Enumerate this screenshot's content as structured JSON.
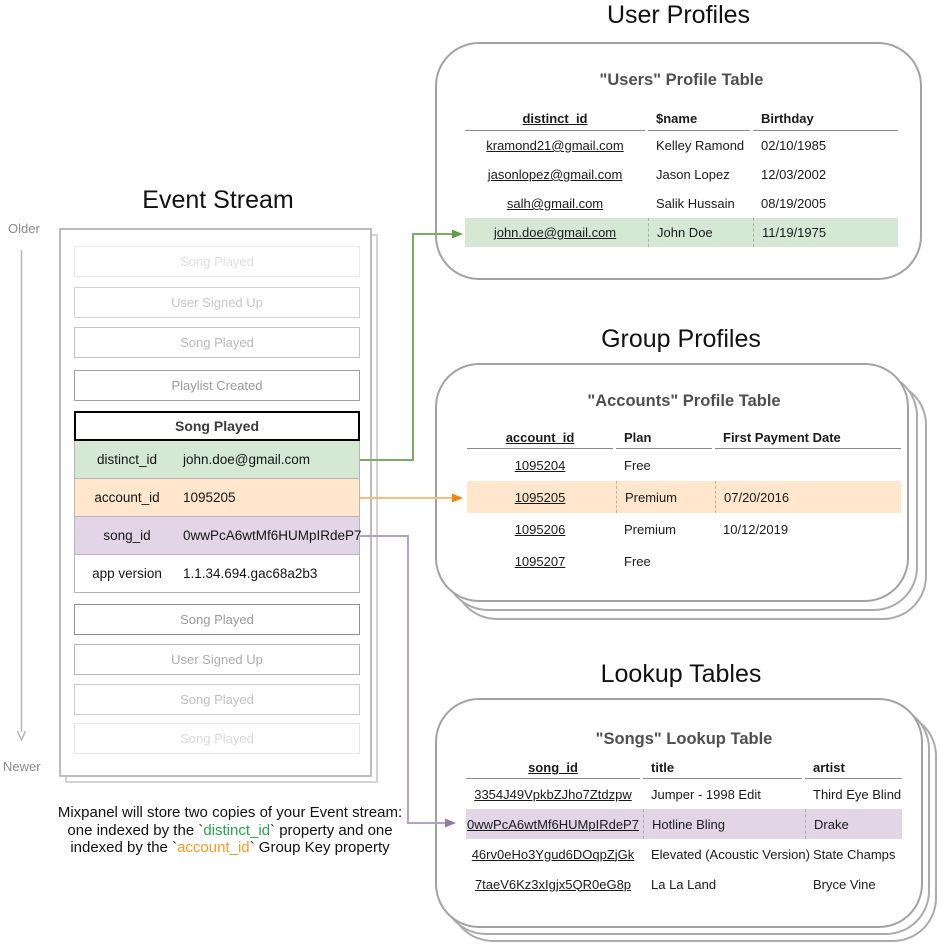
{
  "event_stream": {
    "title": "Event Stream",
    "older_label": "Older",
    "newer_label": "Newer",
    "events_above": [
      {
        "label": "Song Played",
        "border": "#e9e9e9",
        "text": "#dedede"
      },
      {
        "label": "User Signed Up",
        "border": "#d2d2d2",
        "text": "#c6c6c6"
      },
      {
        "label": "Song Played",
        "border": "#c3c3c3",
        "text": "#b9b9b9"
      },
      {
        "label": "Playlist Created",
        "border": "#a0a0a0",
        "text": "#999999"
      }
    ],
    "expanded_event": {
      "name": "Song Played",
      "properties": [
        {
          "key": "distinct_id",
          "value": "john.doe@gmail.com",
          "fill": "#d5e8d4"
        },
        {
          "key": "account_id",
          "value": "1095205",
          "fill": "#ffe6cc"
        },
        {
          "key": "song_id",
          "value": "0wwPcA6wtMf6HUMpIRdeP7",
          "fill": "#e1d5e7"
        },
        {
          "key": "app version",
          "value": "1.1.34.694.gac68a2b3",
          "fill": "#ffffff"
        }
      ]
    },
    "events_below": [
      {
        "label": "Song Played",
        "border": "#8f8f8f",
        "text": "#9a9a9a"
      },
      {
        "label": "User Signed Up",
        "border": "#b7b7b7",
        "text": "#ababab"
      },
      {
        "label": "Song Played",
        "border": "#cbcbcb",
        "text": "#c0c0c0"
      },
      {
        "label": "Song Played",
        "border": "#e4e4e4",
        "text": "#dadada"
      }
    ],
    "footer": {
      "line1": "Mixpanel will store two copies of your Event stream:",
      "line2_pre": "one indexed by the `",
      "line2_key": "distinct_id",
      "line2_post": "` property and one",
      "line3_pre": "indexed by the `",
      "line3_key": "account_id",
      "line3_post": "` Group Key property",
      "distinct_id_color": "#2aa14b",
      "account_id_color": "#f89b1e"
    }
  },
  "user_profiles": {
    "section_title": "User Profiles",
    "table_title": "\"Users\" Profile Table",
    "columns": [
      "distinct_id",
      "$name",
      "Birthday"
    ],
    "rows": [
      [
        "kramond21@gmail.com",
        "Kelley Ramond",
        "02/10/1985"
      ],
      [
        "jasonlopez@gmail.com",
        "Jason Lopez",
        "12/03/2002"
      ],
      [
        "salh@gmail.com",
        "Salik Hussain",
        "08/19/2005"
      ],
      [
        "john.doe@gmail.com",
        "John Doe",
        "11/19/1975"
      ]
    ],
    "highlight_fill": "#d5e8d4"
  },
  "group_profiles": {
    "section_title": "Group Profiles",
    "table_title": "\"Accounts\" Profile Table",
    "columns": [
      "account_id",
      "Plan",
      "First Payment Date"
    ],
    "rows": [
      [
        "1095204",
        "Free",
        ""
      ],
      [
        "1095205",
        "Premium",
        "07/20/2016"
      ],
      [
        "1095206",
        "Premium",
        "10/12/2019"
      ],
      [
        "1095207",
        "Free",
        ""
      ]
    ],
    "highlight_fill": "#ffe6cc"
  },
  "lookup_tables": {
    "section_title": "Lookup Tables",
    "table_title": "\"Songs\" Lookup Table",
    "columns": [
      "song_id",
      "title",
      "artist"
    ],
    "rows": [
      [
        "3354J49VpkbZJho7Ztdzpw",
        "Jumper - 1998 Edit",
        "Third Eye Blind"
      ],
      [
        "0wwPcA6wtMf6HUMpIRdeP7",
        "Hotline Bling",
        "Drake"
      ],
      [
        "46rv0eHo3Ygud6DOqpZjGk",
        "Elevated (Acoustic Version)",
        "State Champs"
      ],
      [
        "7taeV6Kz3xIgjx5QR0eG8p",
        "La La Land",
        "Bryce Vine"
      ]
    ],
    "highlight_fill": "#e1d5e7"
  },
  "connectors": {
    "distinct_id": {
      "line": "#7aad63",
      "head": "#5f9e48"
    },
    "account_id": {
      "line": "#f5bd7f",
      "head": "#ef8810"
    },
    "song_id": {
      "line": "#b5a1c4",
      "head": "#8f7aa5"
    },
    "timeline": {
      "line": "#b5b5b5"
    }
  }
}
